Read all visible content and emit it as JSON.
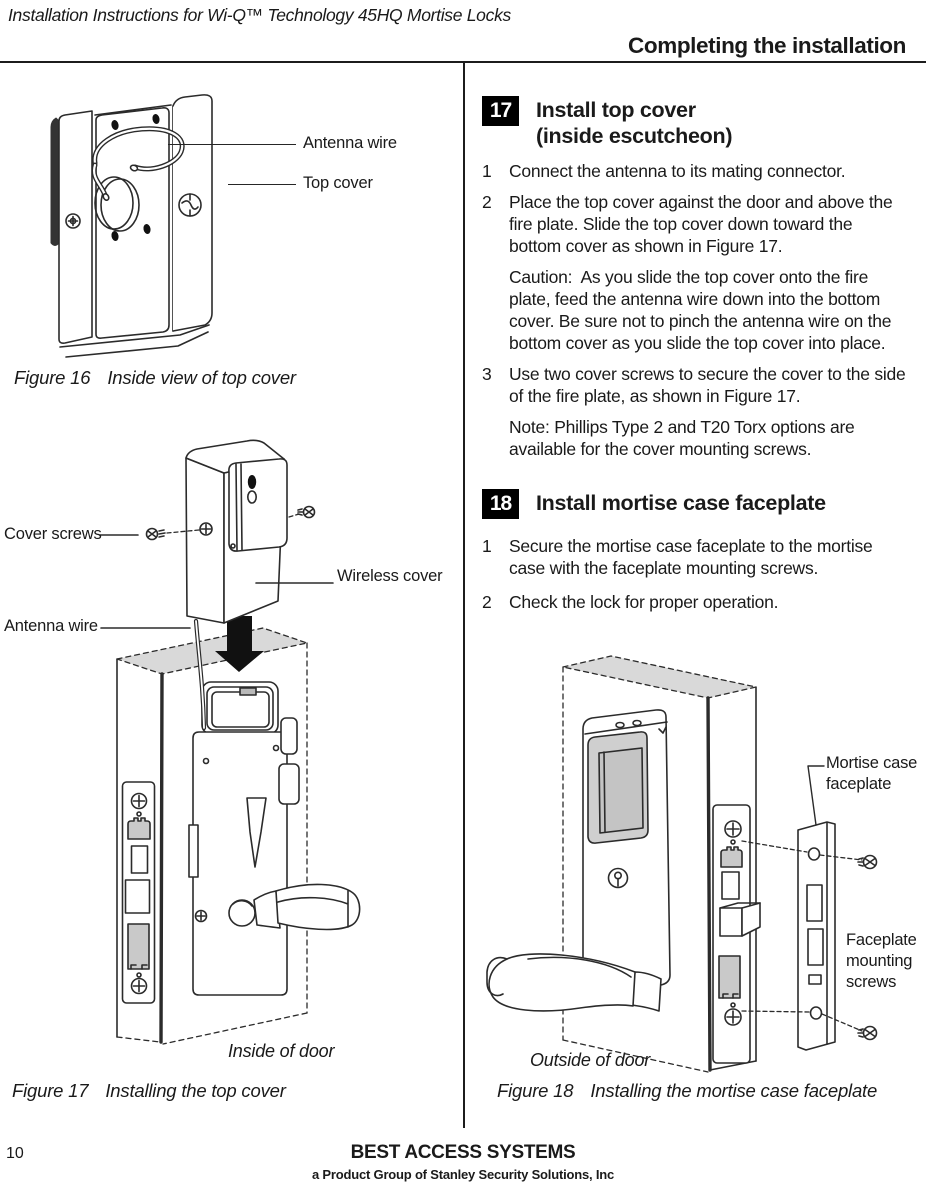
{
  "header": {
    "doc_title": "Installation Instructions for Wi-Q™ Technology 45HQ Mortise Locks",
    "section_title": "Completing the installation"
  },
  "footer": {
    "page_number": "10",
    "company": "BEST ACCESS SYSTEMS",
    "company_subtitle": "a Product Group of Stanley Security Solutions, Inc"
  },
  "steps": [
    {
      "badge": "17",
      "title": "Install top cover\n(inside escutcheon)",
      "items": [
        {
          "marker": "1",
          "text": "Connect the antenna to its mating connector."
        },
        {
          "marker": "2",
          "text": "Place the top cover against the door and above the fire plate. Slide the top cover down toward the bottom cover as shown in Figure 17."
        },
        {
          "marker": "",
          "text": "Caution:  As you slide the top cover onto the fire plate, feed the antenna wire down into the bottom cover. Be sure not to pinch the antenna wire on the bottom cover as you slide the top cover into place."
        },
        {
          "marker": "3",
          "text": "Use two cover screws to secure the cover to the side of the fire plate, as shown in Figure 17."
        },
        {
          "marker": "",
          "text": "Note: Phillips Type 2 and T20 Torx options are available for the cover mounting screws."
        }
      ]
    },
    {
      "badge": "18",
      "title": "Install mortise case faceplate",
      "items": [
        {
          "marker": "1",
          "text": "Secure the mortise case faceplate to the mortise case with the faceplate mounting screws."
        },
        {
          "marker": "2",
          "text": "Check the lock for proper operation."
        }
      ]
    }
  ],
  "figures": {
    "fig16": {
      "number": "Figure 16",
      "caption": "Inside view of top cover",
      "labels": {
        "antenna_wire": "Antenna wire",
        "top_cover": "Top cover"
      }
    },
    "fig17": {
      "number": "Figure 17",
      "caption": "Installing the top cover",
      "labels": {
        "cover_screws": "Cover screws",
        "wireless_cover": "Wireless cover",
        "antenna_wire": "Antenna wire",
        "inside_of_door": "Inside of door"
      }
    },
    "fig18": {
      "number": "Figure 18",
      "caption": "Installing the mortise case faceplate",
      "labels": {
        "mortise_case_faceplate": "Mortise case faceplate",
        "faceplate_mounting_screws": "Faceplate mounting screws",
        "outside_of_door": "Outside of door"
      }
    }
  },
  "colors": {
    "ink": "#1a1a1a",
    "line": "#2b2b2b",
    "door_top_gray": "#d9d9d9",
    "bolt_gray": "#c9c9c9",
    "badge_bg": "#000000",
    "badge_text": "#ffffff"
  }
}
